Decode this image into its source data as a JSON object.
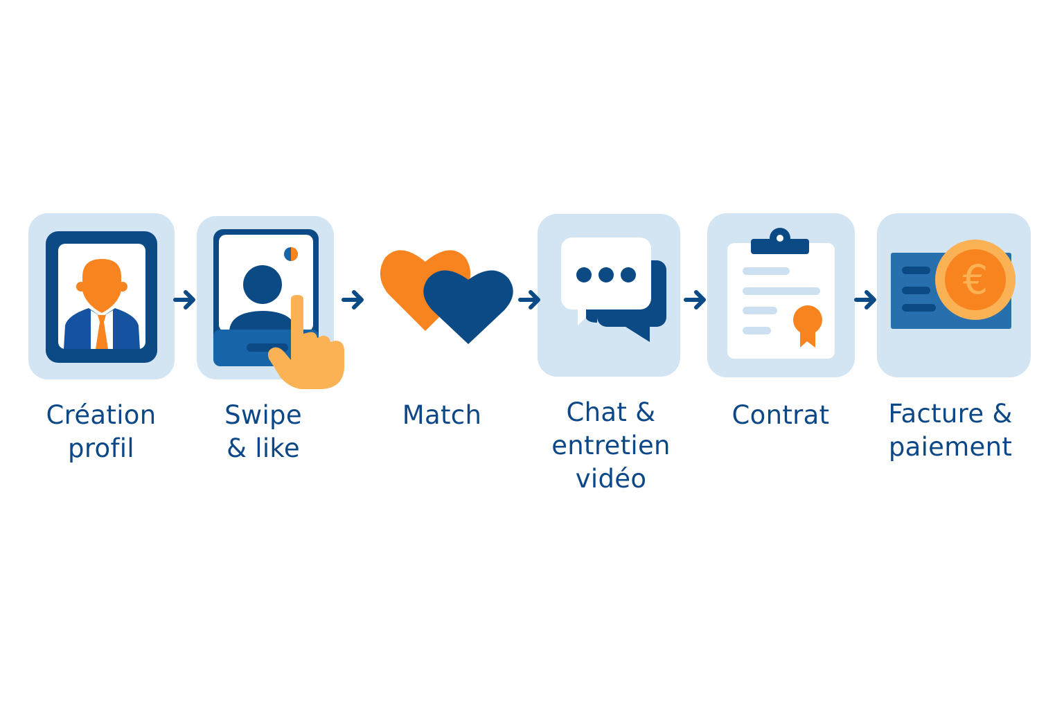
{
  "colors": {
    "panel": "#d3e4f3",
    "navy": "#0b4a85",
    "blue": "#1f65a8",
    "orange": "#f7841f",
    "light_orange": "#fbb255",
    "text": "#0c4787"
  },
  "steps": [
    {
      "icon": "profile-card-icon",
      "lines": [
        "Création",
        "profil"
      ]
    },
    {
      "icon": "swipe-phone-icon",
      "lines": [
        "Swipe",
        "& like"
      ]
    },
    {
      "icon": "hearts-icon",
      "lines": [
        "Match"
      ]
    },
    {
      "icon": "chat-bubbles-icon",
      "lines": [
        "Chat &",
        "entretien",
        "vidéo"
      ]
    },
    {
      "icon": "contract-clipboard-icon",
      "lines": [
        "Contrat"
      ]
    },
    {
      "icon": "invoice-euro-icon",
      "lines": [
        "Facture &",
        "paiement"
      ]
    }
  ],
  "connector_icon": "arrow-right-icon",
  "currency_symbol": "€"
}
